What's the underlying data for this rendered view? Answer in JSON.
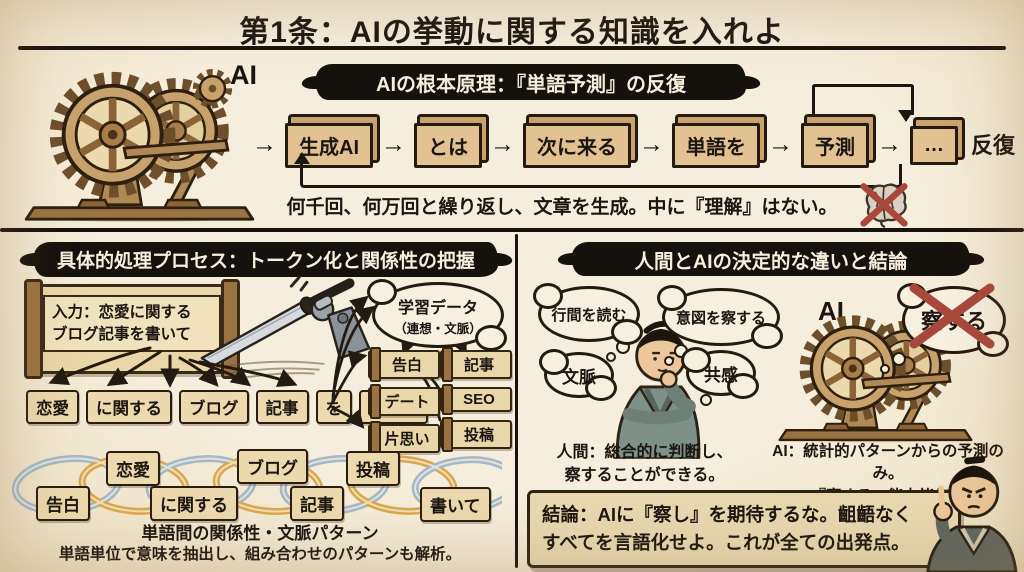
{
  "icons": {
    "arrow_right": "→"
  },
  "title": "第1条：AIの挙動に関する知識を入れよ",
  "top_section": {
    "machine_label": "AI",
    "banner": "AIの根本原理：『単語予測』の反復",
    "flow_boxes": [
      "生成AI",
      "とは",
      "次に来る",
      "単語を",
      "予測",
      "…"
    ],
    "loop_label": "反復",
    "note": "何千回、何万回と繰り返し、文章を生成。中に『理解』はない。"
  },
  "left_panel": {
    "banner": "具体的処理プロセス：トークン化と関係性の把握",
    "input_scroll": {
      "line1": "入力：恋愛に関する",
      "line2": "ブログ記事を書いて"
    },
    "tokens": [
      "恋愛",
      "に関する",
      "ブログ",
      "記事",
      "を",
      "書いて"
    ],
    "cloud": {
      "line1": "学習データ",
      "line2": "（連想・文脈）"
    },
    "assoc_left": [
      "告白",
      "デート",
      "片思い"
    ],
    "assoc_right": [
      "記事",
      "SEO",
      "投稿"
    ],
    "chain_words": {
      "top": [
        "恋愛",
        "ブログ",
        "投稿"
      ],
      "bottom": [
        "告白",
        "に関する",
        "記事",
        "書いて"
      ]
    },
    "caption1": "単語間の関係性・文脈パターン",
    "caption2": "単語単位で意味を抽出し、組み合わせのパターンも解析。"
  },
  "right_panel": {
    "banner": "人間とAIの決定的な違いと結論",
    "bubbles": [
      "行間を読む",
      "意図を察する",
      "文脈",
      "共感"
    ],
    "human_caption1": "人間：総合的に判断し、",
    "human_caption2": "察することができる。",
    "ai_label": "AI",
    "ai_bubble": "察する",
    "ai_caption1": "AI：統計的パターンからの予測のみ。",
    "ai_caption2": "『察する』能力皆無。",
    "conclusion1": "結論：AIに『察し』を期待するな。齟齬なく",
    "conclusion2": "すべてを言語化せよ。これが全ての出発点。"
  },
  "colors": {
    "background": "#f3ead6",
    "ink": "#1c1510",
    "banner_bg": "#15110c",
    "banner_text": "#f6efdc",
    "wood_face": "#e2c292",
    "wood_side": "#c9a26e",
    "paper": "#e9d6a9",
    "roller": "#9b7342",
    "red_x": "#a8473a",
    "chain_blue": "#a5b8c9",
    "chain_gold": "#d9a84e"
  }
}
